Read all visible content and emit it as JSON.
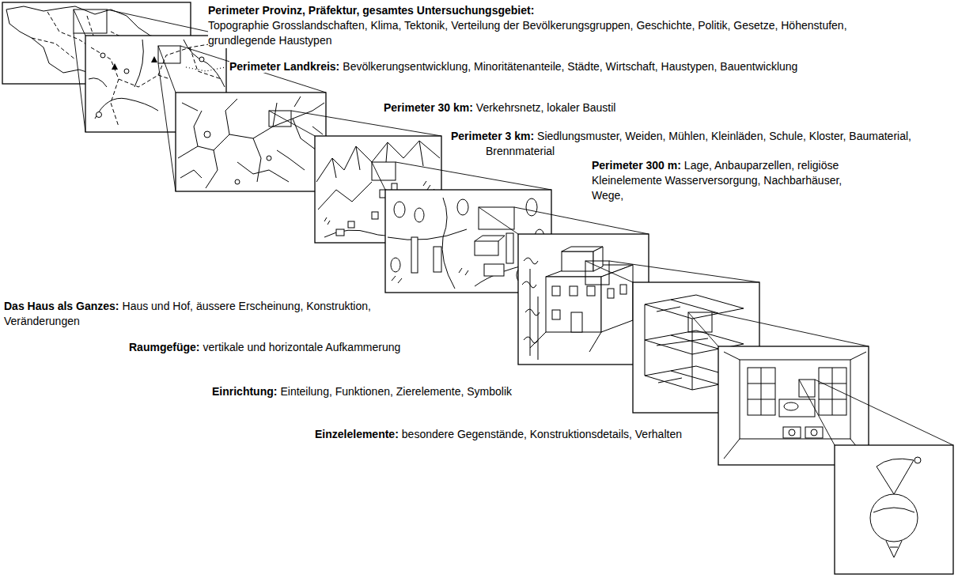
{
  "diagram": {
    "labels": [
      "Perimeter Provinz, Präfektur, gesamtes Untersuchungsgebiet:",
      "Topographie Grosslandschaften, Klima, Tektonik, Verteilung der Bevölkerungsgruppen, Geschichte, Politik, Gesetze, Höhenstufen, grundlegende Haustypen",
      "Perimeter Landkreis:",
      "Bevölkerungsentwicklung, Minoritätenanteile, Städte, Wirtschaft, Haustypen, Bauentwicklung",
      "Perimeter 30 km:",
      "Verkehrsnetz, lokaler Baustil",
      "Perimeter 3 km:",
      "Siedlungsmuster, Weiden, Mühlen, Kleinläden, Schule, Kloster, Baumaterial, Brennmaterial",
      "Perimeter 300 m:",
      "Lage, Anbauparzellen, religiöse Kleinelemente Wasserversorgung, Nachbarhäuser, Wege,",
      "Das Haus als Ganzes:",
      "Haus und Hof, äussere Erscheinung, Konstruktion, Veränderungen",
      "Raumgefüge:",
      "vertikale und horizontale Aufkammerung",
      "Einrichtung:",
      "Einteilung, Funktionen, Zierelemente, Symbolik",
      "Einzelelemente:",
      "besondere Gegenstände, Konstruktionsdetails, Verhalten"
    ]
  }
}
